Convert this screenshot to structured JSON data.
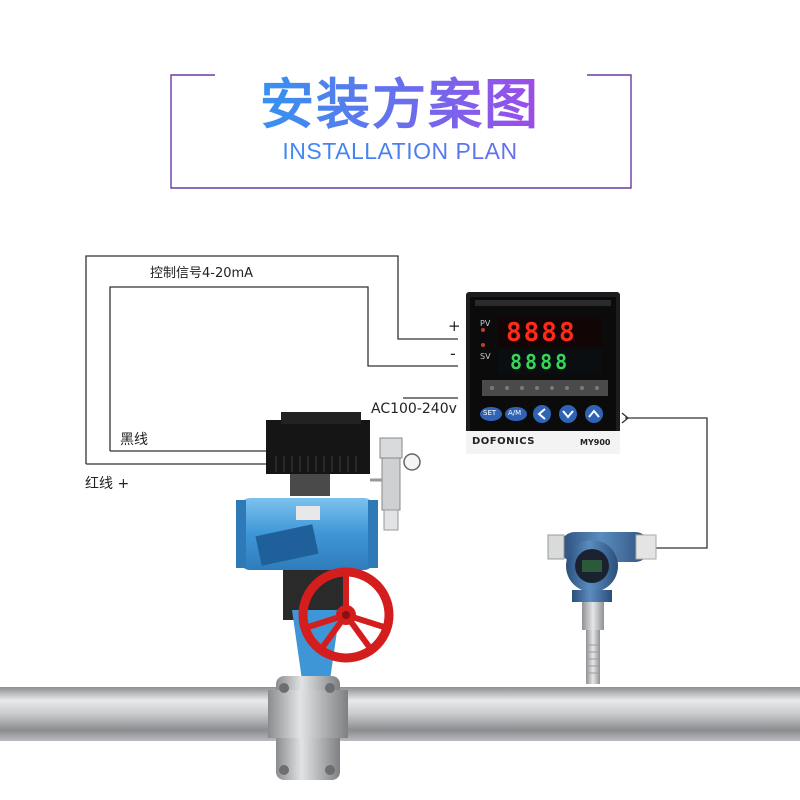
{
  "header": {
    "title_cn": "安装方案图",
    "title_en": "INSTALLATION PLAN"
  },
  "wiring": {
    "signal_label": "控制信号4-20mA",
    "plus": "+",
    "minus": "-",
    "power_label": "AC100-240v",
    "black_wire": "黑线",
    "red_wire": "红线 +"
  },
  "controller": {
    "brand": "DOFONICS",
    "model": "MY900",
    "display_pv": "8888",
    "display_sv": "8888",
    "pv_tag": "PV",
    "sv_tag": "SV",
    "buttons": [
      "SET",
      "A/M"
    ]
  },
  "colors": {
    "gradient_start": "#1fb0ee",
    "gradient_end": "#c23ddf",
    "frame": "#6a3aa8",
    "actuator_blue": "#3e96d6",
    "handwheel_red": "#d41d1d",
    "transmitter_blue": "#3e6b9e"
  },
  "icons": [
    "left-arrow-icon",
    "down-arrow-icon",
    "up-arrow-icon"
  ]
}
